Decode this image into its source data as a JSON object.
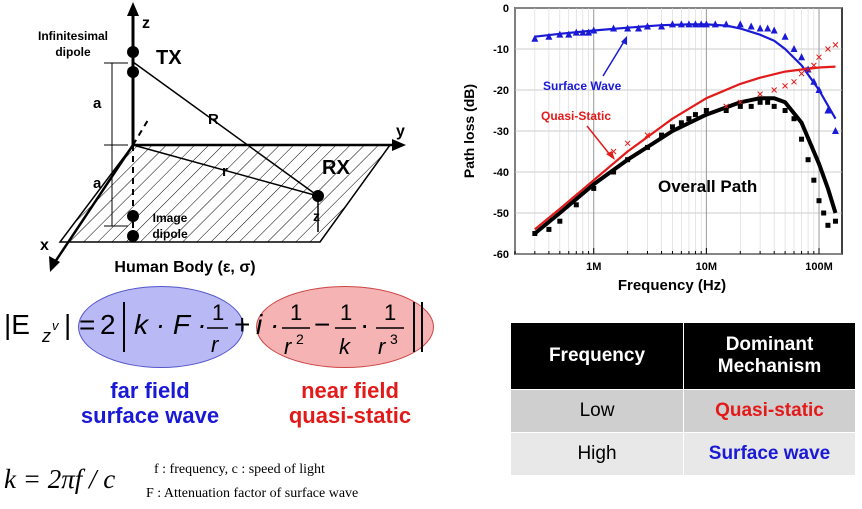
{
  "diagram": {
    "z_axis": "z",
    "y_axis": "y",
    "x_axis": "x",
    "tx_label": "TX",
    "rx_label": "RX",
    "infinitesimal_label_1": "Infinitesimal",
    "infinitesimal_label_2": "dipole",
    "image_label_1": "Image",
    "image_label_2": "dipole",
    "a_label": "a",
    "R_label": "R",
    "r_label": "r",
    "rx_z_label": "z",
    "body_label": "Human Body (ε, σ)"
  },
  "formula": {
    "lhs_E": "|E",
    "lhs_sub": "z",
    "lhs_sup": "v",
    "lhs_end": "| =",
    "two": "2",
    "k_F": "k · F ·",
    "one": "1",
    "r": "r",
    "plus": "+",
    "i_dot": "i ·",
    "r2_base": "r",
    "r2_exp": "2",
    "minus": "−",
    "k": "k",
    "dot": "·",
    "r3_base": "r",
    "r3_exp": "3",
    "k_def": "k = 2πf / c",
    "note_1": "f : frequency, c : speed of light",
    "note_2": "F : Attenuation factor of surface wave"
  },
  "labels": {
    "far_1": "far field",
    "far_2": "surface wave",
    "near_1": "near field",
    "near_2": "quasi-static"
  },
  "chart_data": {
    "type": "scatter",
    "xlabel": "Frequency (Hz)",
    "ylabel": "Path loss (dB)",
    "xscale": "log",
    "xlim": [
      200000,
      160000000
    ],
    "ylim": [
      -60,
      0
    ],
    "yticks": [
      0,
      -10,
      -20,
      -30,
      -40,
      -50,
      -60
    ],
    "xticks": [
      {
        "value": 1000000,
        "label": "1M"
      },
      {
        "value": 10000000,
        "label": "10M"
      },
      {
        "value": 100000000,
        "label": "100M"
      }
    ],
    "grid": true,
    "annotations": [
      {
        "text": "Surface Wave",
        "color": "#1a1ad6"
      },
      {
        "text": "Quasi-Static",
        "color": "#e31a1a"
      },
      {
        "text": "Overall Path",
        "color": "#000000"
      }
    ],
    "series": [
      {
        "marker": "triangle",
        "color": "#1a1ad6",
        "x": [
          300000,
          400000,
          500000,
          600000,
          700000,
          800000,
          900000,
          1000000,
          1500000,
          2000000,
          2500000,
          3000000,
          4000000,
          5000000,
          6000000,
          7000000,
          8000000,
          9000000,
          10000000,
          12000000,
          15000000,
          20000000,
          25000000,
          30000000,
          35000000,
          40000000,
          50000000,
          60000000,
          70000000,
          80000000,
          90000000,
          100000000,
          120000000,
          140000000
        ],
        "y": [
          -7.5,
          -7,
          -6.5,
          -6.5,
          -6,
          -6,
          -6,
          -5.5,
          -5,
          -5,
          -5,
          -4.5,
          -4.5,
          -4,
          -4,
          -4,
          -4,
          -4,
          -4,
          -4,
          -4,
          -4,
          -4.5,
          -5,
          -5,
          -5.5,
          -7,
          -10,
          -12,
          -15,
          -18,
          -20,
          -25,
          -30
        ]
      },
      {
        "marker": "x",
        "color": "#e31a1a",
        "x": [
          1500000,
          2000000,
          3000000,
          5000000,
          7000000,
          10000000,
          15000000,
          20000000,
          30000000,
          40000000,
          50000000,
          60000000,
          70000000,
          80000000,
          90000000,
          100000000,
          120000000,
          140000000
        ],
        "y": [
          -35,
          -33,
          -31,
          -29,
          -27,
          -25,
          -24,
          -23,
          -21,
          -20,
          -19,
          -18,
          -16,
          -15,
          -14,
          -12,
          -10,
          -9
        ]
      },
      {
        "marker": "square",
        "color": "#000000",
        "x": [
          300000,
          400000,
          500000,
          700000,
          1000000,
          1500000,
          2000000,
          3000000,
          4000000,
          5000000,
          6000000,
          7000000,
          8000000,
          10000000,
          15000000,
          20000000,
          25000000,
          30000000,
          35000000,
          40000000,
          50000000,
          60000000,
          70000000,
          80000000,
          90000000,
          100000000,
          110000000,
          120000000,
          140000000
        ],
        "y": [
          -55,
          -54,
          -52,
          -48,
          -44,
          -40,
          -37,
          -34,
          -31,
          -29,
          -28,
          -27,
          -26,
          -25,
          -25,
          -24,
          -24,
          -23,
          -23,
          -24,
          -25,
          -27,
          -32,
          -37,
          -42,
          -47,
          -50,
          -53,
          -52
        ]
      }
    ],
    "fit_lines": [
      {
        "color": "#1a1ad6",
        "x": [
          300000,
          500000,
          1000000,
          2000000,
          4000000,
          7000000,
          10000000,
          15000000,
          20000000,
          30000000,
          40000000,
          50000000,
          70000000,
          100000000,
          140000000
        ],
        "y": [
          -7,
          -6.3,
          -5.5,
          -4.8,
          -4.2,
          -4,
          -4,
          -4.3,
          -5,
          -6.5,
          -8,
          -10,
          -14,
          -20,
          -27
        ]
      },
      {
        "color": "#e31a1a",
        "x": [
          300000,
          500000,
          1000000,
          2000000,
          5000000,
          10000000,
          20000000,
          30000000,
          50000000,
          70000000,
          100000000,
          140000000
        ],
        "y": [
          -54,
          -49,
          -42,
          -35,
          -27,
          -22,
          -18.5,
          -17,
          -15.5,
          -15,
          -14.5,
          -14.3
        ]
      },
      {
        "color": "#000000",
        "x": [
          300000,
          500000,
          1000000,
          2000000,
          5000000,
          10000000,
          20000000,
          30000000,
          40000000,
          50000000,
          70000000,
          100000000,
          120000000,
          140000000
        ],
        "y": [
          -55,
          -50,
          -43,
          -37,
          -30,
          -26,
          -23,
          -22,
          -22,
          -23,
          -28,
          -38,
          -44,
          -50
        ]
      }
    ]
  },
  "table": {
    "header_1": "Frequency",
    "header_2a": "Dominant",
    "header_2b": "Mechanism",
    "low": "Low",
    "low_mech": "Quasi-static",
    "high": "High",
    "high_mech": "Surface wave",
    "low_color": "#e31a1a",
    "high_color": "#1a1ad6"
  }
}
